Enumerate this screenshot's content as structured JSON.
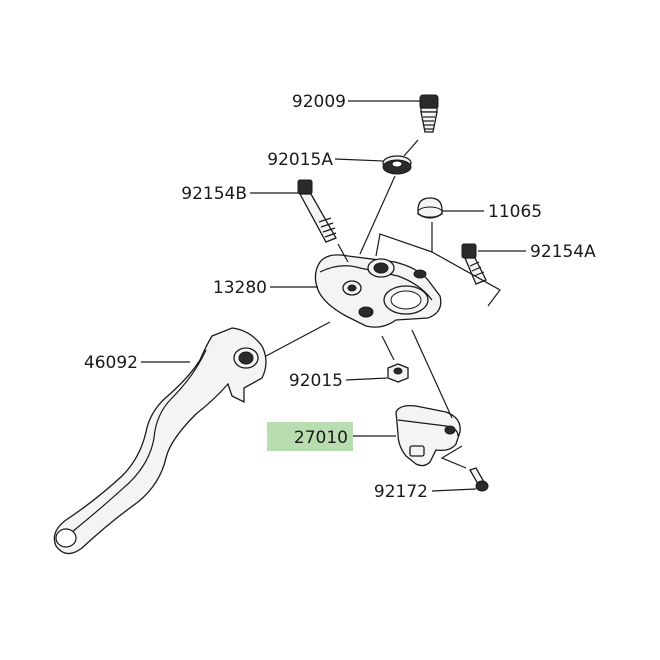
{
  "parts": [
    {
      "id": "p92009",
      "label": "92009"
    },
    {
      "id": "p92015A",
      "label": "92015A"
    },
    {
      "id": "p92154B",
      "label": "92154B"
    },
    {
      "id": "p11065",
      "label": "11065"
    },
    {
      "id": "p92154A",
      "label": "92154A"
    },
    {
      "id": "p13280",
      "label": "13280"
    },
    {
      "id": "p46092",
      "label": "46092"
    },
    {
      "id": "p92015",
      "label": "92015"
    },
    {
      "id": "p27010",
      "label": "27010",
      "highlighted": true
    },
    {
      "id": "p92172",
      "label": "92172"
    }
  ],
  "colors": {
    "highlight": "#b9ddb0",
    "ink": "#1a1a1a",
    "part_fill": "#f4f4f4"
  }
}
